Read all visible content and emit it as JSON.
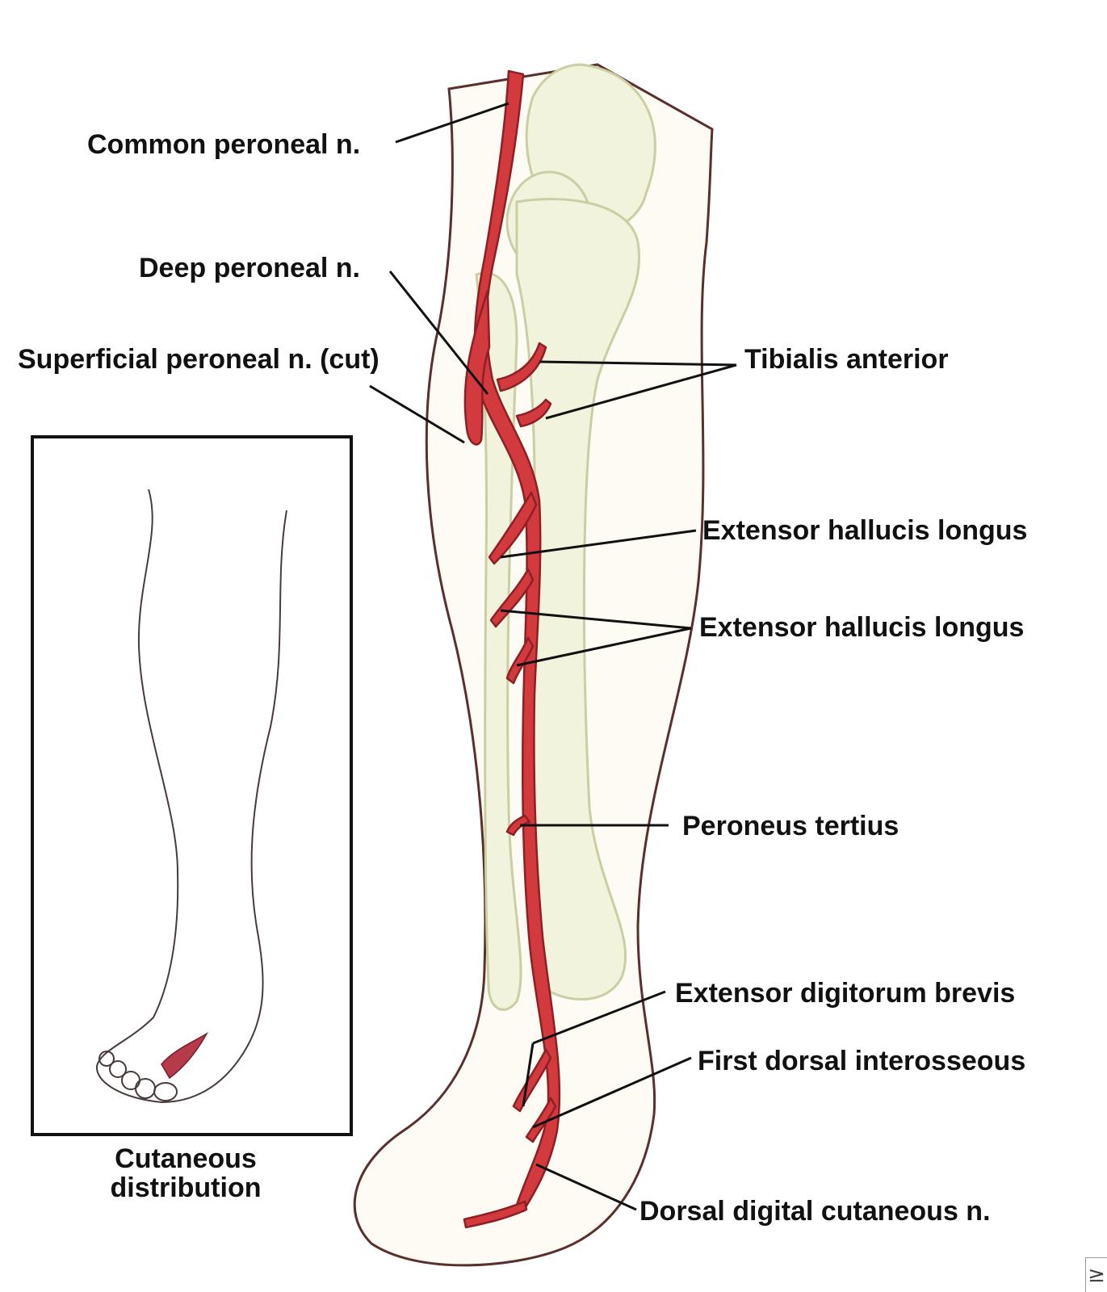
{
  "colors": {
    "nerve": "#d23a3e",
    "nerve_dark": "#8e1f24",
    "bone": "#f1f3dc",
    "skin_outline": "#5a2f2c",
    "leader": "#111111",
    "inset_shade": "#b53a4a"
  },
  "labels": {
    "common_peroneal": "Common peroneal n.",
    "deep_peroneal": "Deep peroneal n.",
    "superficial_peroneal": "Superficial peroneal n. (cut)",
    "tibialis_anterior": "Tibialis anterior",
    "extensor_hallucis_longus_1": "Extensor hallucis longus",
    "extensor_hallucis_longus_2": "Extensor hallucis longus",
    "peroneus_tertius": "Peroneus tertius",
    "extensor_digitorum_brevis": "Extensor digitorum brevis",
    "first_dorsal_interosseous": "First dorsal interosseous",
    "dorsal_digital_cutaneous": "Dorsal digital cutaneous n."
  },
  "inset": {
    "caption_line1": "Cutaneous",
    "caption_line2": "distribution"
  }
}
